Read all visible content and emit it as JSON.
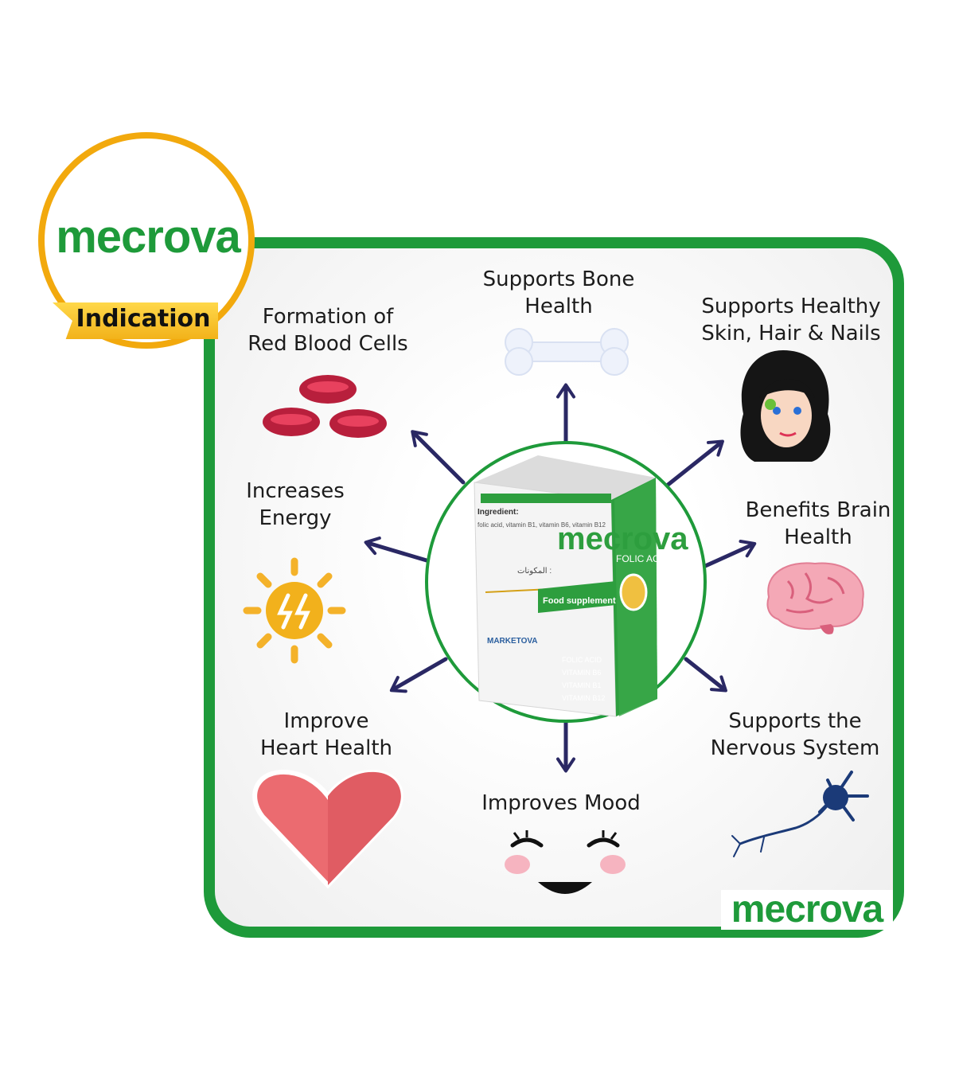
{
  "brand": {
    "name": "mecrova",
    "badge_label": "Indication",
    "colors": {
      "green": "#1e9a3a",
      "gold": "#f2a90d",
      "arrow": "#2a2864"
    }
  },
  "benefits": [
    {
      "id": "bone",
      "label": "Supports Bone\nHealth",
      "icon": "bone-icon"
    },
    {
      "id": "skin",
      "label": "Supports Healthy\nSkin, Hair & Nails",
      "icon": "woman-face-icon"
    },
    {
      "id": "brain",
      "label": "Benefits Brain\nHealth",
      "icon": "brain-icon"
    },
    {
      "id": "nervous",
      "label": "Supports the\nNervous System",
      "icon": "neuron-icon"
    },
    {
      "id": "mood",
      "label": "Improves Mood",
      "icon": "smiley-face-icon"
    },
    {
      "id": "heart",
      "label": "Improve\nHeart Health",
      "icon": "heart-icon"
    },
    {
      "id": "energy",
      "label": "Increases\nEnergy",
      "icon": "sun-energy-icon"
    },
    {
      "id": "blood",
      "label": "Formation of\nRed Blood Cells",
      "icon": "red-blood-cells-icon"
    }
  ],
  "product_box": {
    "brand": "mecrova",
    "subtitle": "FOLIC ACID",
    "tag": "Food supplement",
    "ingredient_heading": "Ingredient:",
    "ingredient_text": "folic acid, vitamin B1, vitamin B6, vitamin B12",
    "arabic_heading": "المكونات :",
    "company": "MARKETOVA",
    "bullets": [
      "FOLIC ACID",
      "VITAMIN B6",
      "VITAMIN B1",
      "VITAMIN B12"
    ]
  }
}
